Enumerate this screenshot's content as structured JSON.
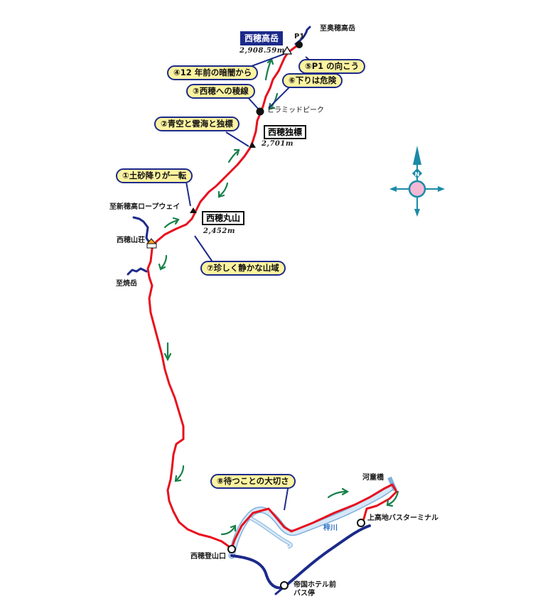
{
  "map": {
    "route_color": "#e8101e",
    "branch_color": "#1c2a8a",
    "river_color": "#bcd8f2",
    "arrow_color": "#17804a",
    "callout_bg": "#fdf3a0",
    "callout_border": "#1c2a8a",
    "summit": {
      "name": "西穂高岳",
      "elevation": "2,908.59m"
    },
    "peaks": [
      {
        "name": "西穂独標",
        "elevation": "2,701m"
      },
      {
        "name": "西穂丸山",
        "elevation": "2,452m"
      }
    ],
    "points": {
      "p1": "P1",
      "pyramid_peak": "ピラミッドピーク",
      "hut": "西穂山荘",
      "trailhead": "西穂登山口",
      "kappa_bridge": "河童橋",
      "bus_terminal": "上高地バスターミナル",
      "hotel_stop_line1": "帝国ホテル前",
      "hotel_stop_line2": "バス停"
    },
    "directions": {
      "to_okuhotaka": "至奥穂高岳",
      "to_ropeway": "至新穂高ロープウェイ",
      "to_yakedake": "至焼岳"
    },
    "river": "梓川",
    "callouts": [
      "①土砂降りが一転",
      "②青空と雲海と独標",
      "③西穂への稜線",
      "④12 年前の暗闇から",
      "⑤P1 の向こう",
      "⑥下りは危険",
      "⑦珍しく静かな山域",
      "⑧待つことの大切さ"
    ],
    "compass": {
      "north_label": "N",
      "ring_color": "#1a8aa8",
      "center_color": "#f4b8d4"
    }
  }
}
